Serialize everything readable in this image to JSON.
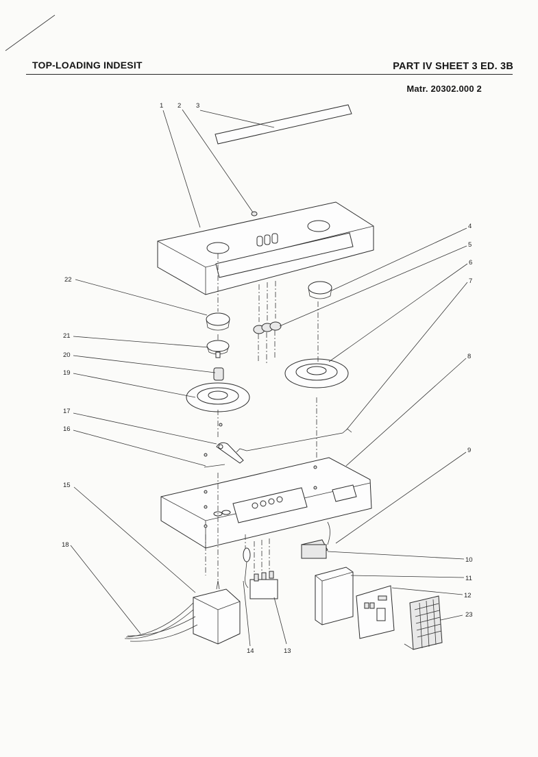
{
  "header": {
    "title_left": "TOP-LOADING INDESIT",
    "title_right": "PART IV SHEET 3 ED. 3B",
    "matr": "Matr. 20302.000 2"
  },
  "callouts": [
    "1",
    "2",
    "3",
    "4",
    "5",
    "6",
    "7",
    "8",
    "9",
    "10",
    "11",
    "12",
    "13",
    "14",
    "15",
    "16",
    "17",
    "18",
    "19",
    "20",
    "21",
    "22",
    "23"
  ]
}
